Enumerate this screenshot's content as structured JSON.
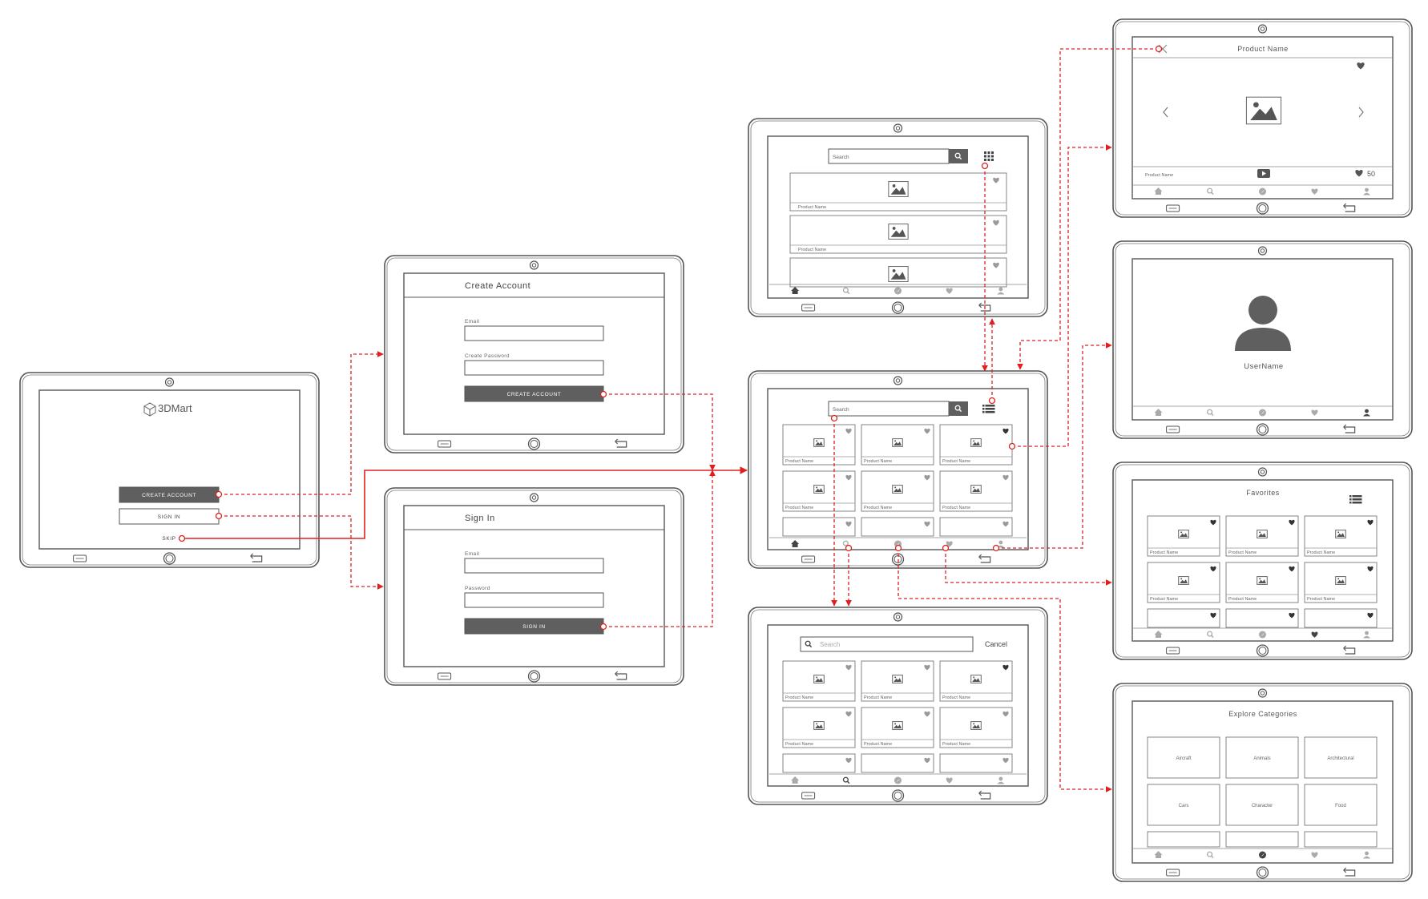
{
  "welcome": {
    "brand": "3DMart",
    "create_account": "CREATE ACCOUNT",
    "sign_in": "SIGN IN",
    "skip": "SKIP"
  },
  "create_account": {
    "title": "Create Account",
    "email_label": "Email",
    "password_label": "Create Password",
    "button": "CREATE ACCOUNT"
  },
  "sign_in": {
    "title": "Sign In",
    "email_label": "Email",
    "password_label": "Password",
    "button": "SIGN IN"
  },
  "list_view": {
    "search_placeholder": "Search",
    "item_label": "Product Name"
  },
  "grid_view": {
    "search_placeholder": "Search",
    "item_label": "Product Name"
  },
  "search_screen": {
    "placeholder": "Search",
    "cancel": "Cancel",
    "item_label": "Product Name"
  },
  "product_detail": {
    "title": "Product Name",
    "caption": "Product Name",
    "like_count": "50"
  },
  "profile": {
    "username": "UserName"
  },
  "favorites": {
    "title": "Favorites",
    "item_label": "Product Name"
  },
  "categories": {
    "title": "Explore Categories",
    "items": [
      "Aircraft",
      "Animals",
      "Architectural",
      "Cars",
      "Character",
      "Food"
    ]
  },
  "colors": {
    "frame": "#555555",
    "flow": "#e02020",
    "button": "#5f5f5f",
    "icon": "#9a9a9a"
  }
}
